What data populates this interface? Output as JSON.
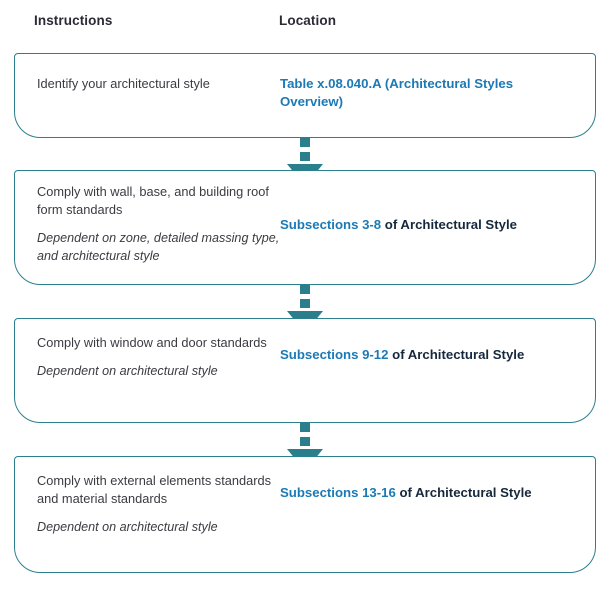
{
  "headers": {
    "instructions": "Instructions",
    "location": "Location"
  },
  "colors": {
    "box_border": "#2b7f8c",
    "connector": "#2b7f8c",
    "link_blue": "#1b7ab5",
    "body_text": "#3b3b42",
    "heading_text": "#2b2b35",
    "location_text": "#16283c",
    "background": "#ffffff"
  },
  "steps": [
    {
      "id": "step-1",
      "instruction": "Identify your architectural style",
      "note": "",
      "location_link": "Table x.08.040.A (Architectural Styles Overview)",
      "location_rest": ""
    },
    {
      "id": "step-2",
      "instruction": "Comply with wall, base, and building roof form standards",
      "note": "Dependent on zone, detailed massing type, and architectural style",
      "location_link": "Subsections 3-8",
      "location_rest": " of Architectural Style"
    },
    {
      "id": "step-3",
      "instruction": "Comply with window and door standards",
      "note": "Dependent on architectural style",
      "location_link": "Subsections 9-12",
      "location_rest": " of Architectural Style"
    },
    {
      "id": "step-4",
      "instruction": "Comply with external elements standards and material standards",
      "note": "Dependent on architectural style",
      "location_link": "Subsections 13-16",
      "location_rest": " of Architectural Style"
    }
  ],
  "connectors": [
    {
      "id": "connector-1-2",
      "icon": "dashed-down-arrow-icon"
    },
    {
      "id": "connector-2-3",
      "icon": "dashed-down-arrow-icon"
    },
    {
      "id": "connector-3-4",
      "icon": "dashed-down-arrow-icon"
    }
  ]
}
